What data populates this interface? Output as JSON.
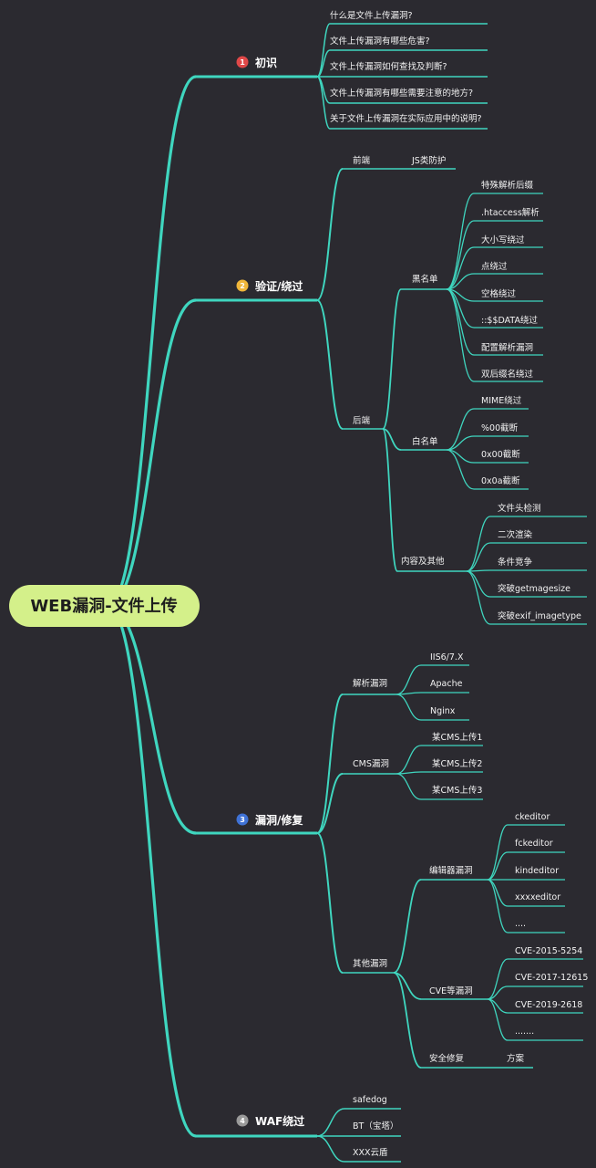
{
  "colors": {
    "background": "#2b2a30",
    "line": "#3fd6bf",
    "root_fill": "#d4f08a",
    "badge_1": "#e04848",
    "badge_2": "#f0b63a",
    "badge_3": "#3f72d6",
    "badge_4": "#9a9a9a"
  },
  "root": {
    "label": "WEB漏洞-文件上传"
  },
  "branches": [
    {
      "num": "1",
      "label": "初识",
      "items": [
        "什么是文件上传漏洞?",
        "文件上传漏洞有哪些危害?",
        "文件上传漏洞如何查找及判断?",
        "文件上传漏洞有哪些需要注意的地方?",
        "关于文件上传漏洞在实际应用中的说明?"
      ]
    },
    {
      "num": "2",
      "label": "验证/绕过",
      "front": {
        "label": "前端",
        "child": "JS类防护"
      },
      "back": {
        "label": "后端",
        "blacklist": {
          "label": "黑名单",
          "items": [
            "特殊解析后缀",
            ".htaccess解析",
            "大小写绕过",
            "点绕过",
            "空格绕过",
            "::$$DATA绕过",
            "配置解析漏洞",
            "双后缀名绕过"
          ]
        },
        "whitelist": {
          "label": "白名单",
          "items": [
            "MIME绕过",
            "%00截断",
            "0x00截断",
            "0x0a截断"
          ]
        },
        "content": {
          "label": "内容及其他",
          "items": [
            "文件头检测",
            "二次渲染",
            "条件竞争",
            "突破getmagesize",
            "突破exif_imagetype"
          ]
        }
      }
    },
    {
      "num": "3",
      "label": "漏洞/修复",
      "parse": {
        "label": "解析漏洞",
        "items": [
          "IIS6/7.X",
          "Apache",
          "Nginx"
        ]
      },
      "cms": {
        "label": "CMS漏洞",
        "items": [
          "某CMS上传1",
          "某CMS上传2",
          "某CMS上传3"
        ]
      },
      "other": {
        "label": "其他漏洞",
        "editor": {
          "label": "编辑器漏洞",
          "items": [
            "ckeditor",
            "fckeditor",
            "kindeditor",
            "xxxxeditor",
            "...."
          ]
        },
        "cve": {
          "label": "CVE等漏洞",
          "items": [
            "CVE-2015-5254",
            "CVE-2017-12615",
            "CVE-2019-2618",
            "......."
          ]
        },
        "fix": {
          "label": "安全修复",
          "child": "方案"
        }
      }
    },
    {
      "num": "4",
      "label": "WAF绕过",
      "items": [
        "safedog",
        "BT（宝塔）",
        "XXX云盾"
      ]
    }
  ]
}
